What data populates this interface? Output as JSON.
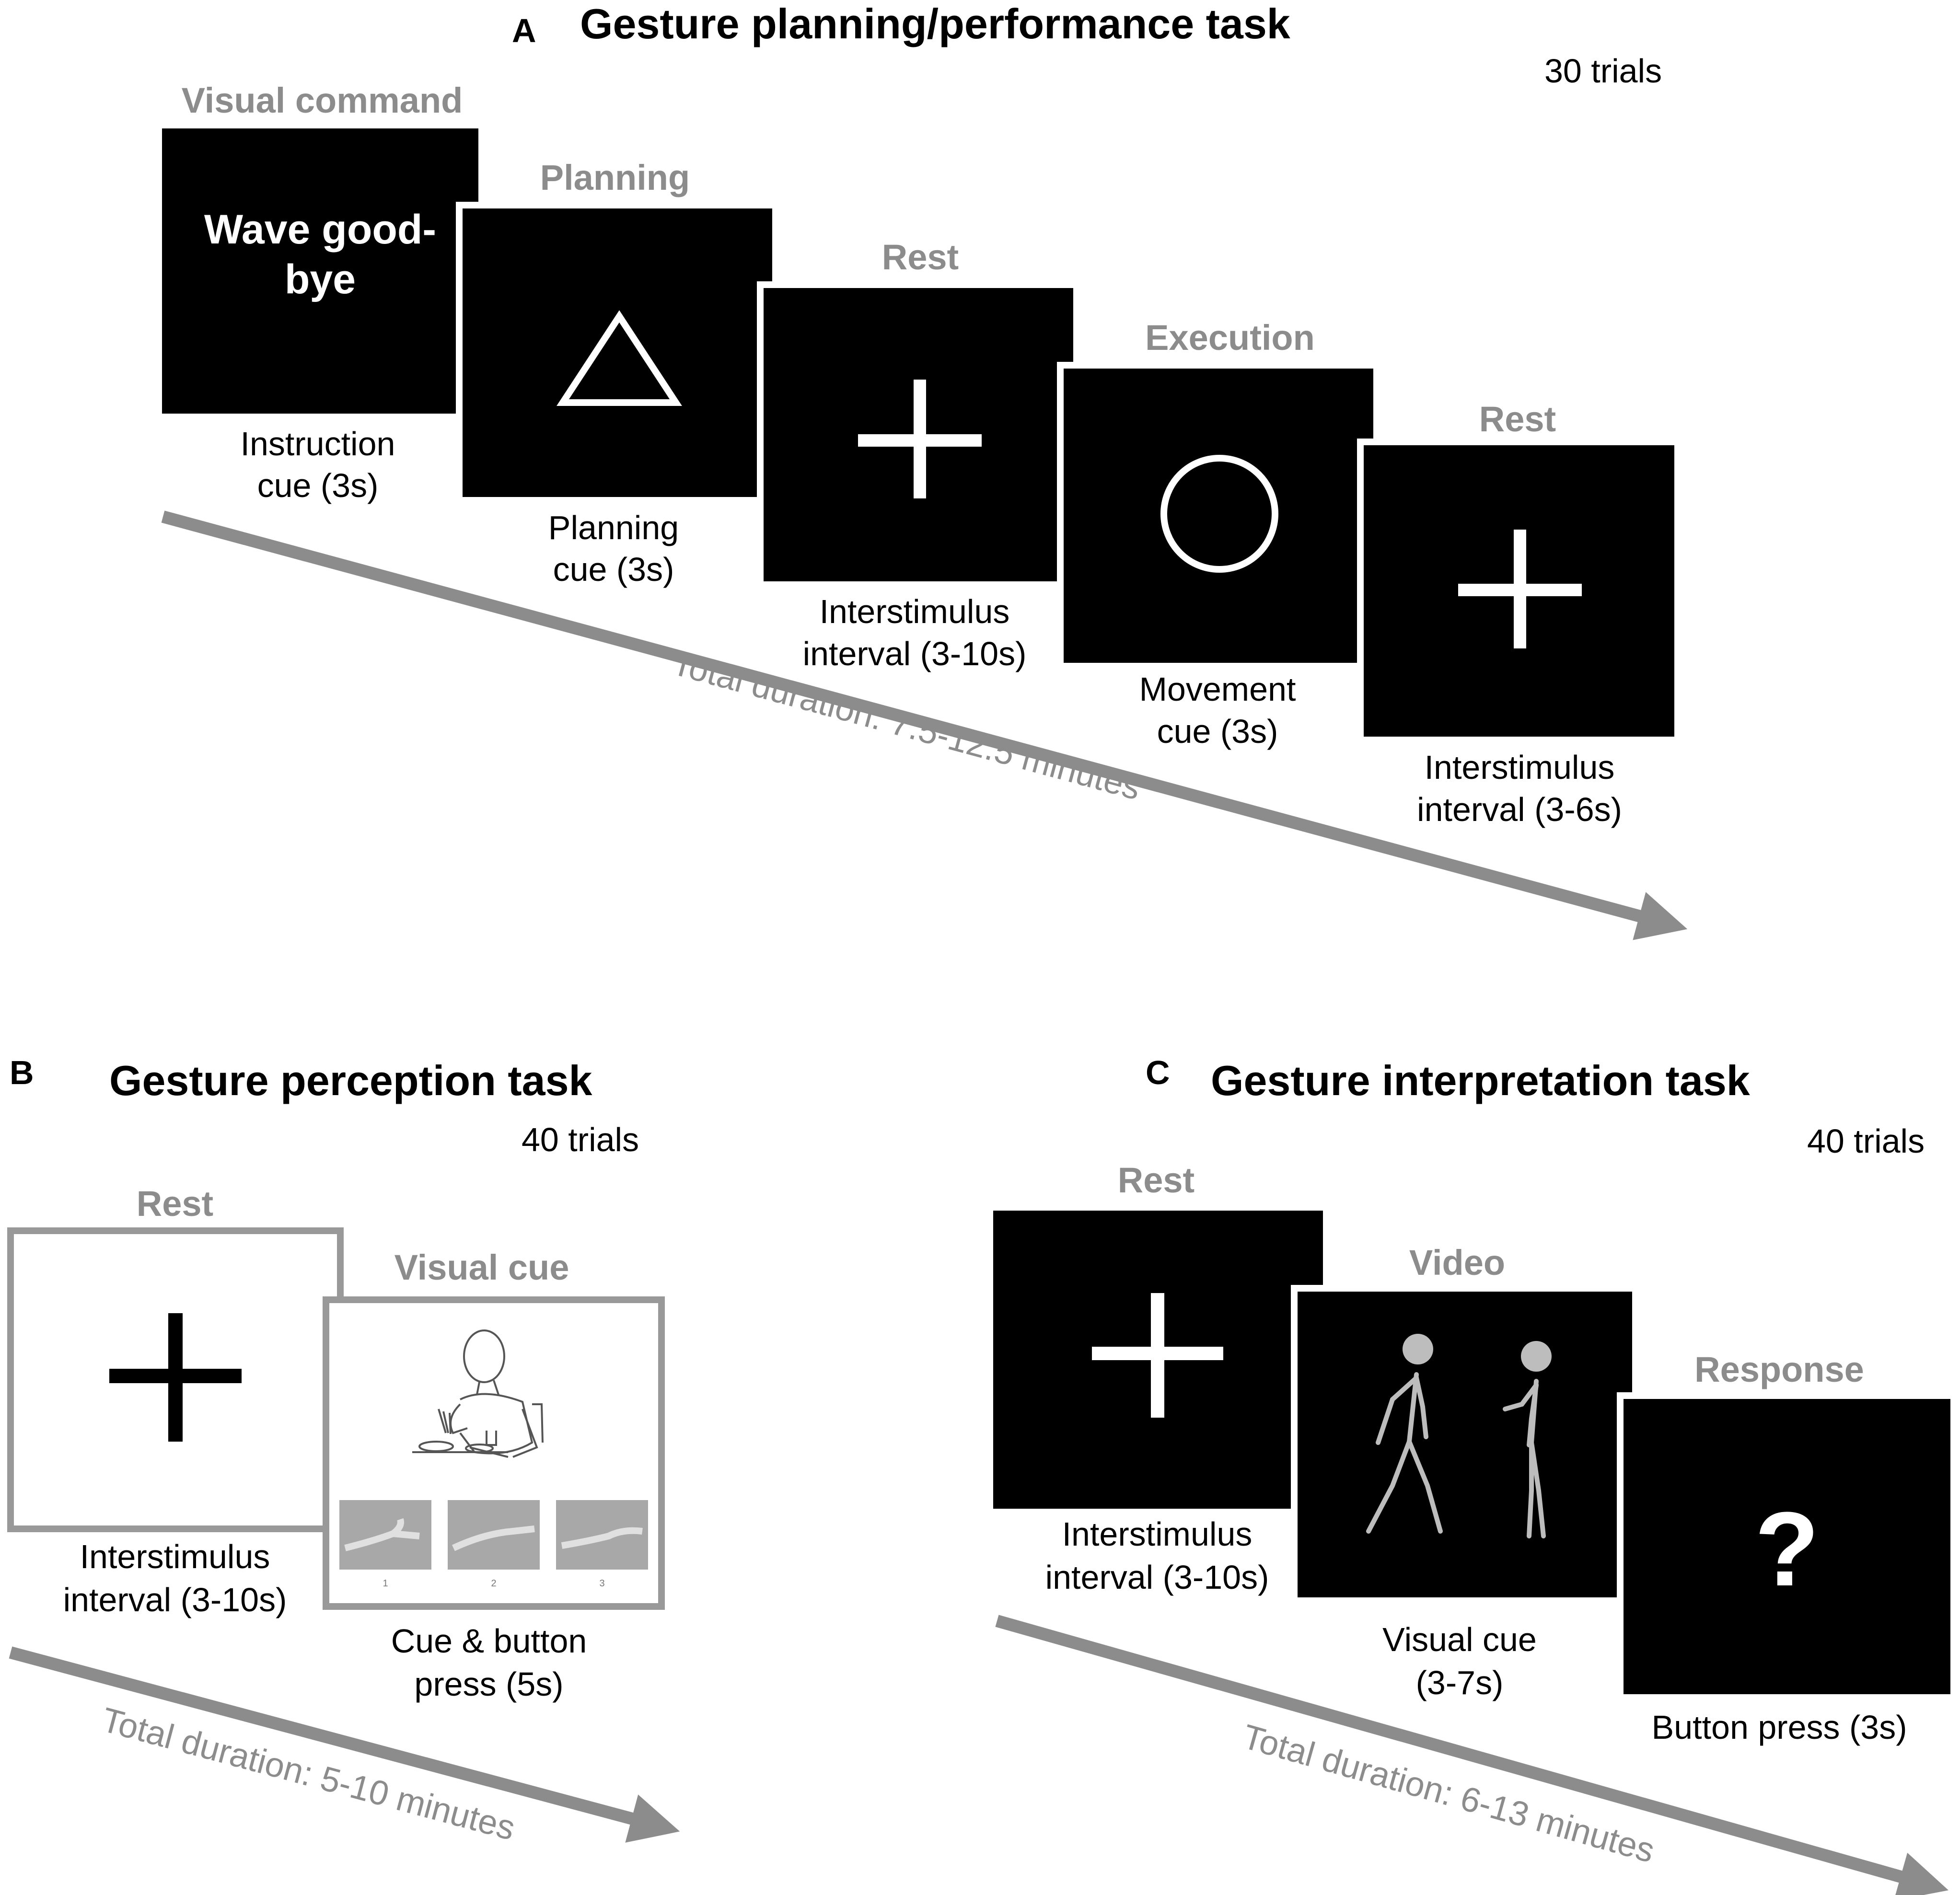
{
  "panels": {
    "a": {
      "letter": "A",
      "title": "Gesture planning/performance task",
      "trials": "30 trials",
      "duration": "Total duration: 7.5-12.5 minutes",
      "steps": [
        {
          "label": "Visual command",
          "screen_text": [
            "Wave good-",
            "bye"
          ],
          "caption": [
            "Instruction",
            "cue (3s)"
          ]
        },
        {
          "label": "Planning",
          "caption": [
            "Planning",
            "cue (3s)"
          ]
        },
        {
          "label": "Rest",
          "caption": [
            "Interstimulus",
            "interval (3-10s)"
          ]
        },
        {
          "label": "Execution",
          "caption": [
            "Movement",
            "cue (3s)"
          ]
        },
        {
          "label": "Rest",
          "caption": [
            "Interstimulus",
            "interval (3-6s)"
          ]
        }
      ]
    },
    "b": {
      "letter": "B",
      "title": "Gesture perception task",
      "trials": "40 trials",
      "duration": "Total duration: 5-10 minutes",
      "steps": [
        {
          "label": "Rest",
          "caption": [
            "Interstimulus",
            "interval (3-10s)"
          ]
        },
        {
          "label": "Visual cue",
          "caption": [
            "Cue & button",
            "press (5s)"
          ],
          "option_numbers": [
            "1",
            "2",
            "3"
          ]
        }
      ]
    },
    "c": {
      "letter": "C",
      "title": "Gesture interpretation task",
      "trials": "40 trials",
      "duration": "Total duration: 6-13 minutes",
      "steps": [
        {
          "label": "Rest",
          "caption": [
            "Interstimulus",
            "interval (3-10s)"
          ]
        },
        {
          "label": "Video",
          "caption": [
            "Visual cue",
            "(3-7s)"
          ]
        },
        {
          "label": "Response",
          "screen_text": "?",
          "caption": [
            "Button press (3s)"
          ]
        }
      ]
    }
  },
  "colors": {
    "screen": "#000000",
    "label_gray": "#8c8c8c",
    "arrow_gray": "#8c8c8c",
    "frame_gray": "#999999",
    "stick_figure": "#bdbdbd"
  }
}
